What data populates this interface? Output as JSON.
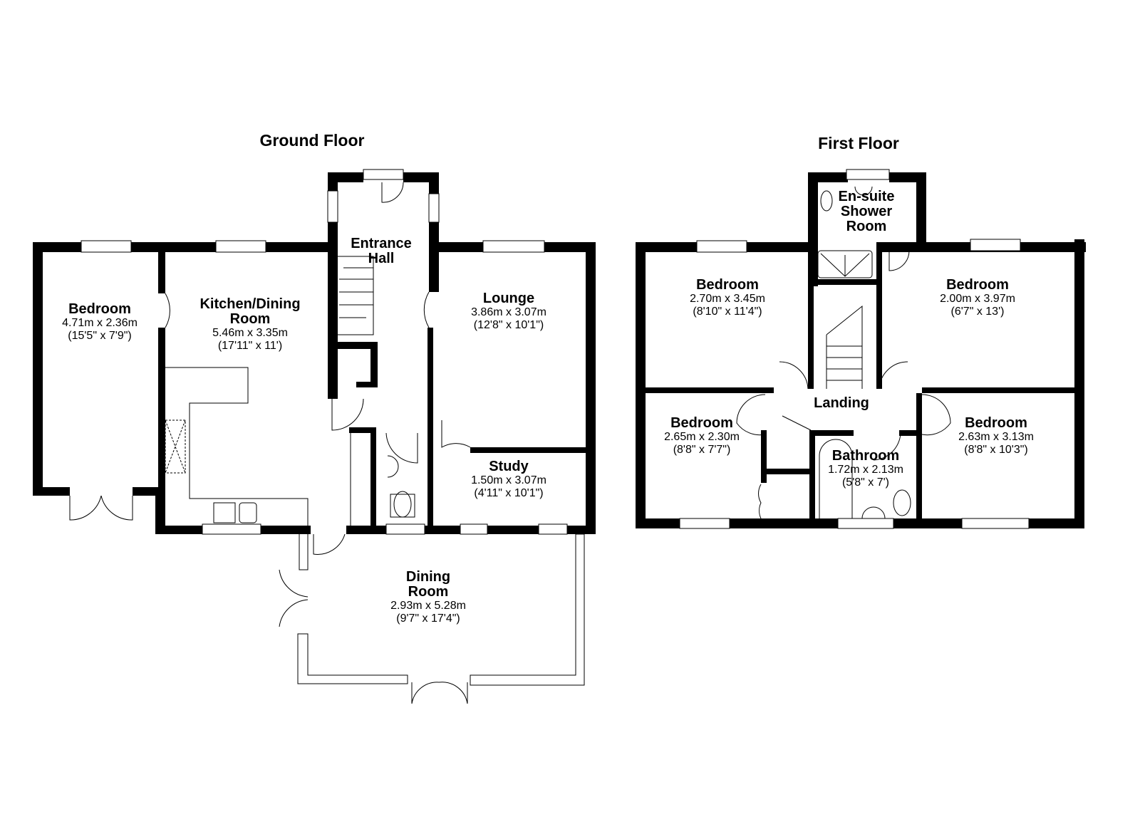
{
  "floors": [
    {
      "title": "Ground Floor",
      "rooms": [
        {
          "name": "Bedroom",
          "metric": "4.71m x 2.36m",
          "imperial": "(15'5\" x 7'9\")"
        },
        {
          "name": "Kitchen/Dining Room",
          "name_lines": [
            "Kitchen/Dining",
            "Room"
          ],
          "metric": "5.46m x 3.35m",
          "imperial": "(17'11\" x 11')"
        },
        {
          "name": "Entrance Hall",
          "name_lines": [
            "Entrance",
            "Hall"
          ]
        },
        {
          "name": "Lounge",
          "metric": "3.86m x 3.07m",
          "imperial": "(12'8\" x 10'1\")"
        },
        {
          "name": "Study",
          "metric": "1.50m x 3.07m",
          "imperial": "(4'11\" x 10'1\")"
        },
        {
          "name": "Dining Room",
          "name_lines": [
            "Dining",
            "Room"
          ],
          "metric": "2.93m x 5.28m",
          "imperial": "(9'7\" x 17'4\")"
        }
      ]
    },
    {
      "title": "First Floor",
      "rooms": [
        {
          "name": "En-suite Shower Room",
          "name_lines": [
            "En-suite",
            "Shower",
            "Room"
          ]
        },
        {
          "name": "Bedroom",
          "metric": "2.70m x 3.45m",
          "imperial": "(8'10\" x 11'4\")"
        },
        {
          "name": "Bedroom",
          "metric": "2.00m x 3.97m",
          "imperial": "(6'7\" x 13')"
        },
        {
          "name": "Landing"
        },
        {
          "name": "Bedroom",
          "metric": "2.65m x 2.30m",
          "imperial": "(8'8\" x 7'7\")"
        },
        {
          "name": "Bathroom",
          "metric": "1.72m x 2.13m",
          "imperial": "(5'8\" x 7')"
        },
        {
          "name": "Bedroom",
          "metric": "2.63m x 3.13m",
          "imperial": "(8'8\" x 10'3\")"
        }
      ]
    }
  ]
}
